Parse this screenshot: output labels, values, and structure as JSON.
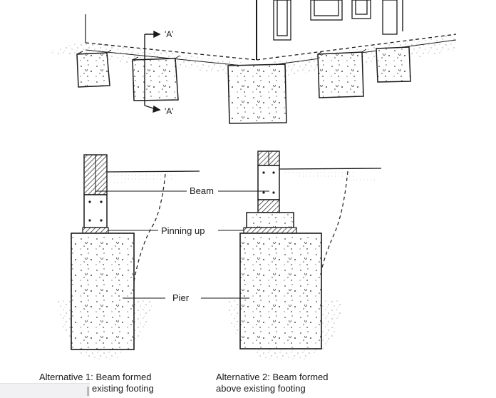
{
  "section_markers": [
    "'A'",
    "'A'"
  ],
  "labels": {
    "beam": "Beam",
    "pinning_up": "Pinning up",
    "pier": "Pier"
  },
  "captions": {
    "alt1_line1": "Alternative 1: Beam formed",
    "alt1_line2": "existing footing",
    "alt2_line1": "Alternative 2: Beam formed",
    "alt2_line2": "above existing footing"
  }
}
